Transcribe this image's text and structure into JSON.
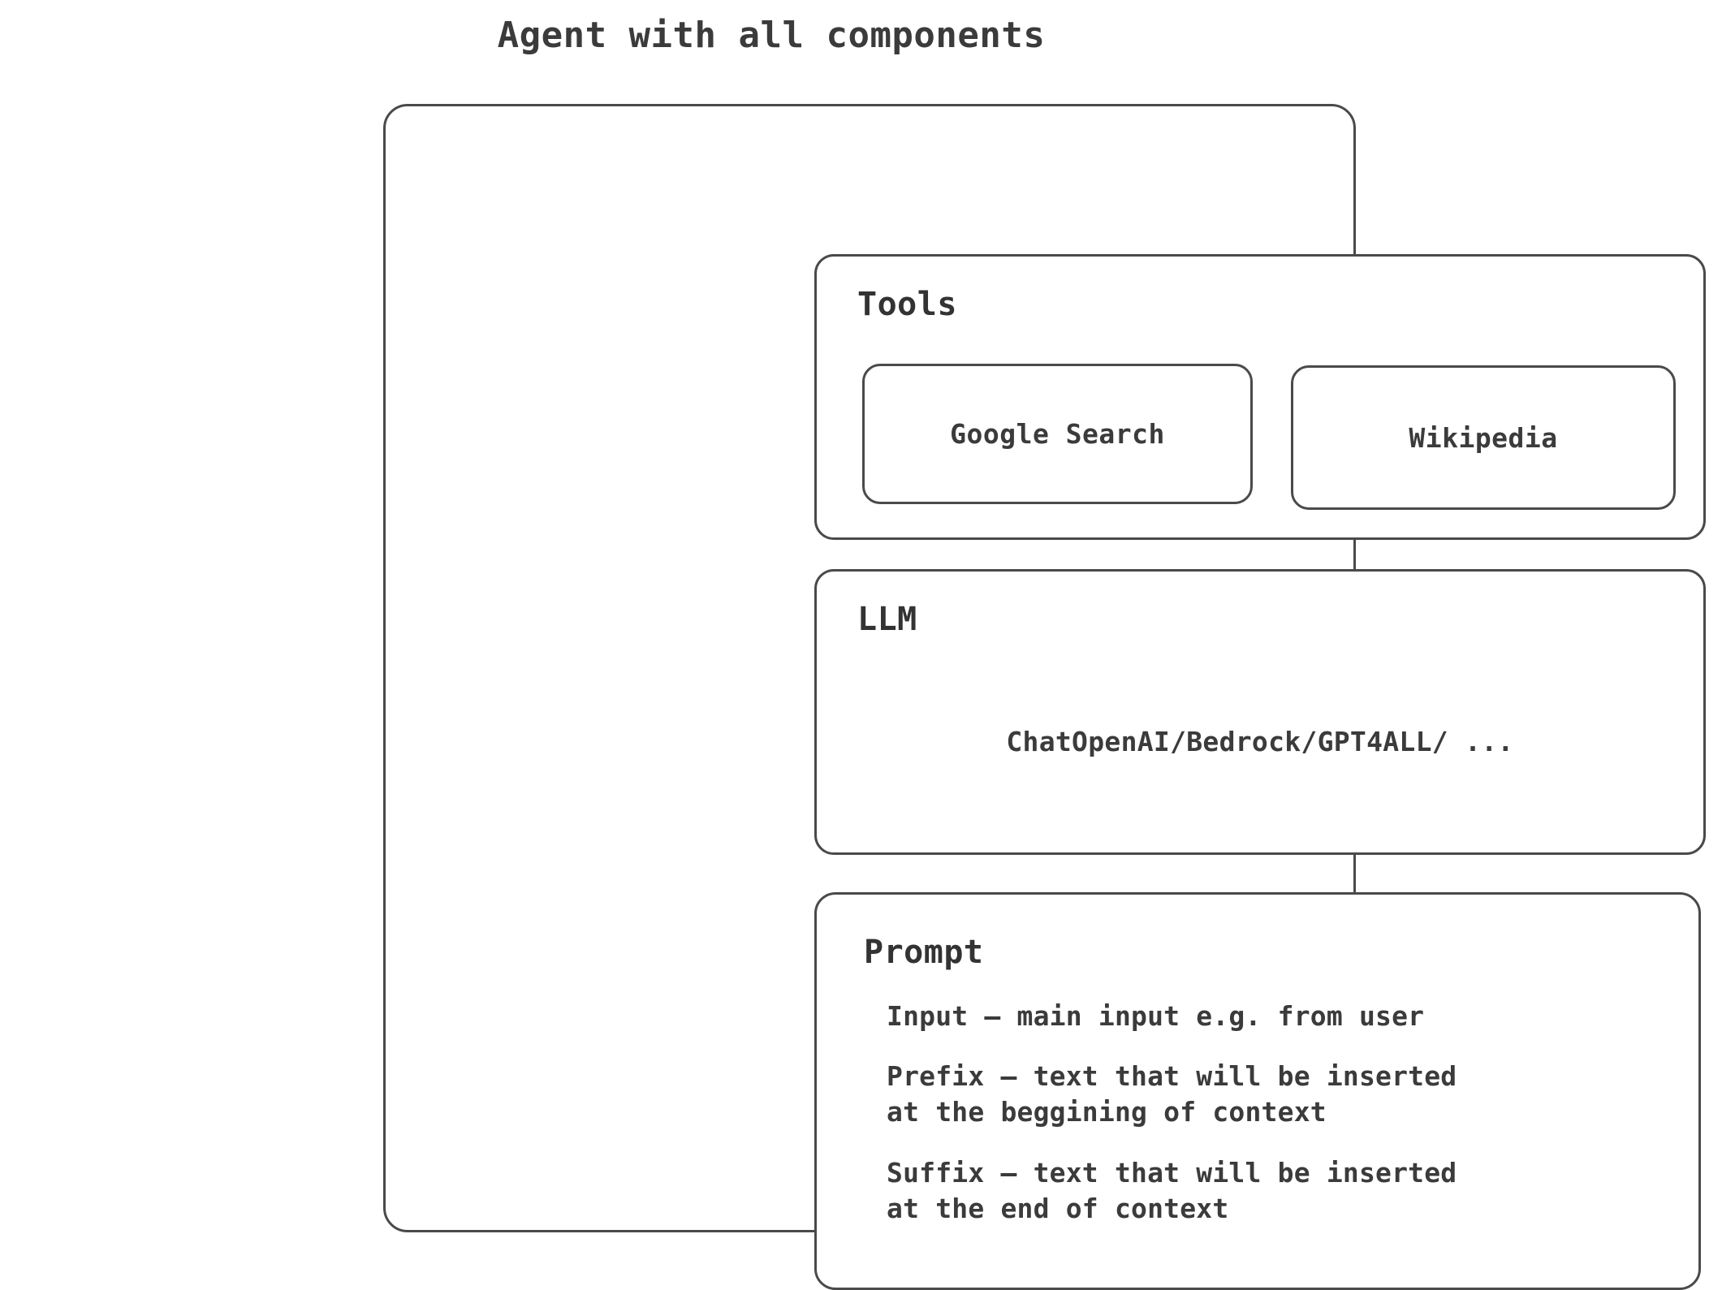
{
  "diagram": {
    "title": "Agent with all components",
    "accent_border_color": "#4a4a4a",
    "text_color": "#3b3b3b",
    "background_color": "#ffffff"
  },
  "agent": {
    "sections": {
      "tools": {
        "heading": "Tools",
        "items": [
          {
            "label": "Google Search"
          },
          {
            "label": "Wikipedia"
          }
        ]
      },
      "llm": {
        "heading": "LLM",
        "models": "ChatOpenAI/Bedrock/GPT4ALL/ ..."
      },
      "prompt": {
        "heading": "Prompt",
        "items": [
          {
            "text": "Input – main input e.g. from user"
          },
          {
            "text": "Prefix – text that will be inserted\nat the beggining of context"
          },
          {
            "text": "Suffix – text that will be inserted\nat the end of context"
          }
        ]
      }
    }
  }
}
